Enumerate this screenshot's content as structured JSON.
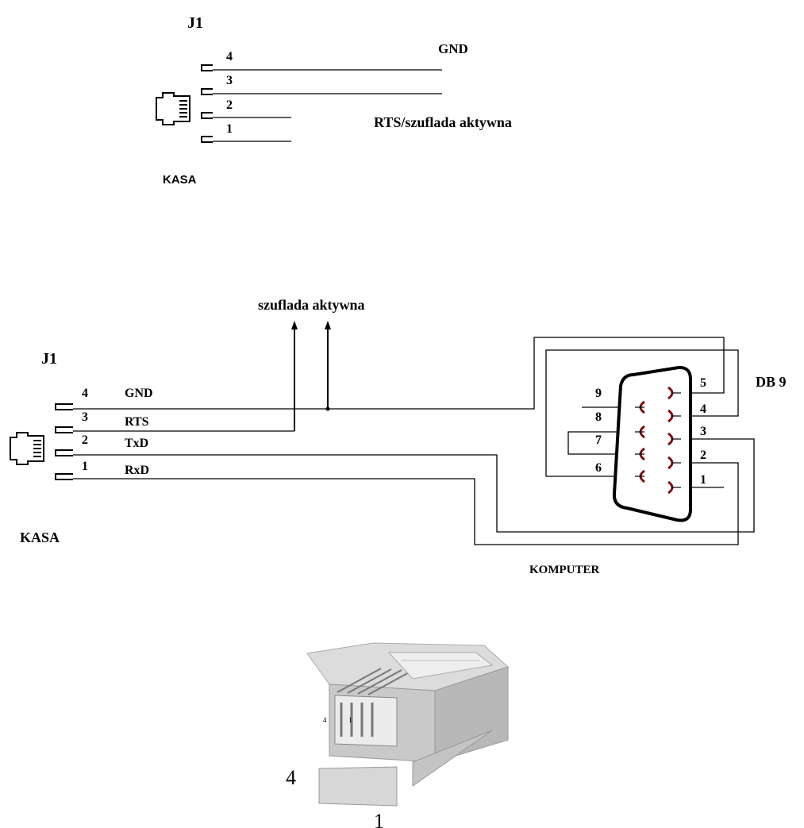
{
  "diagram1": {
    "header": "J1",
    "footer": "KASA",
    "pins": [
      "4",
      "3",
      "2",
      "1"
    ],
    "signal_top": "GND",
    "signal_mid": "RTS/szuflada aktywna"
  },
  "diagram2": {
    "header": "J1",
    "footer": "KASA",
    "pins": [
      "4",
      "3",
      "2",
      "1"
    ],
    "signals": [
      "GND",
      "RTS",
      "TxD",
      "RxD"
    ],
    "drawer_label": "szuflada aktywna",
    "db9_title": "DB 9",
    "db9_left_pins": [
      "9",
      "8",
      "7",
      "6"
    ],
    "db9_right_pins": [
      "5",
      "4",
      "3",
      "2",
      "1"
    ],
    "computer_label": "KOMPUTER"
  },
  "plug": {
    "left_number": "4",
    "bottom_number": "1",
    "contact_left": "4",
    "contact_right": "1"
  },
  "colors": {
    "line": "#000000",
    "db9_contacts": "#7a1010",
    "plug_body": "#c9c9c9"
  }
}
